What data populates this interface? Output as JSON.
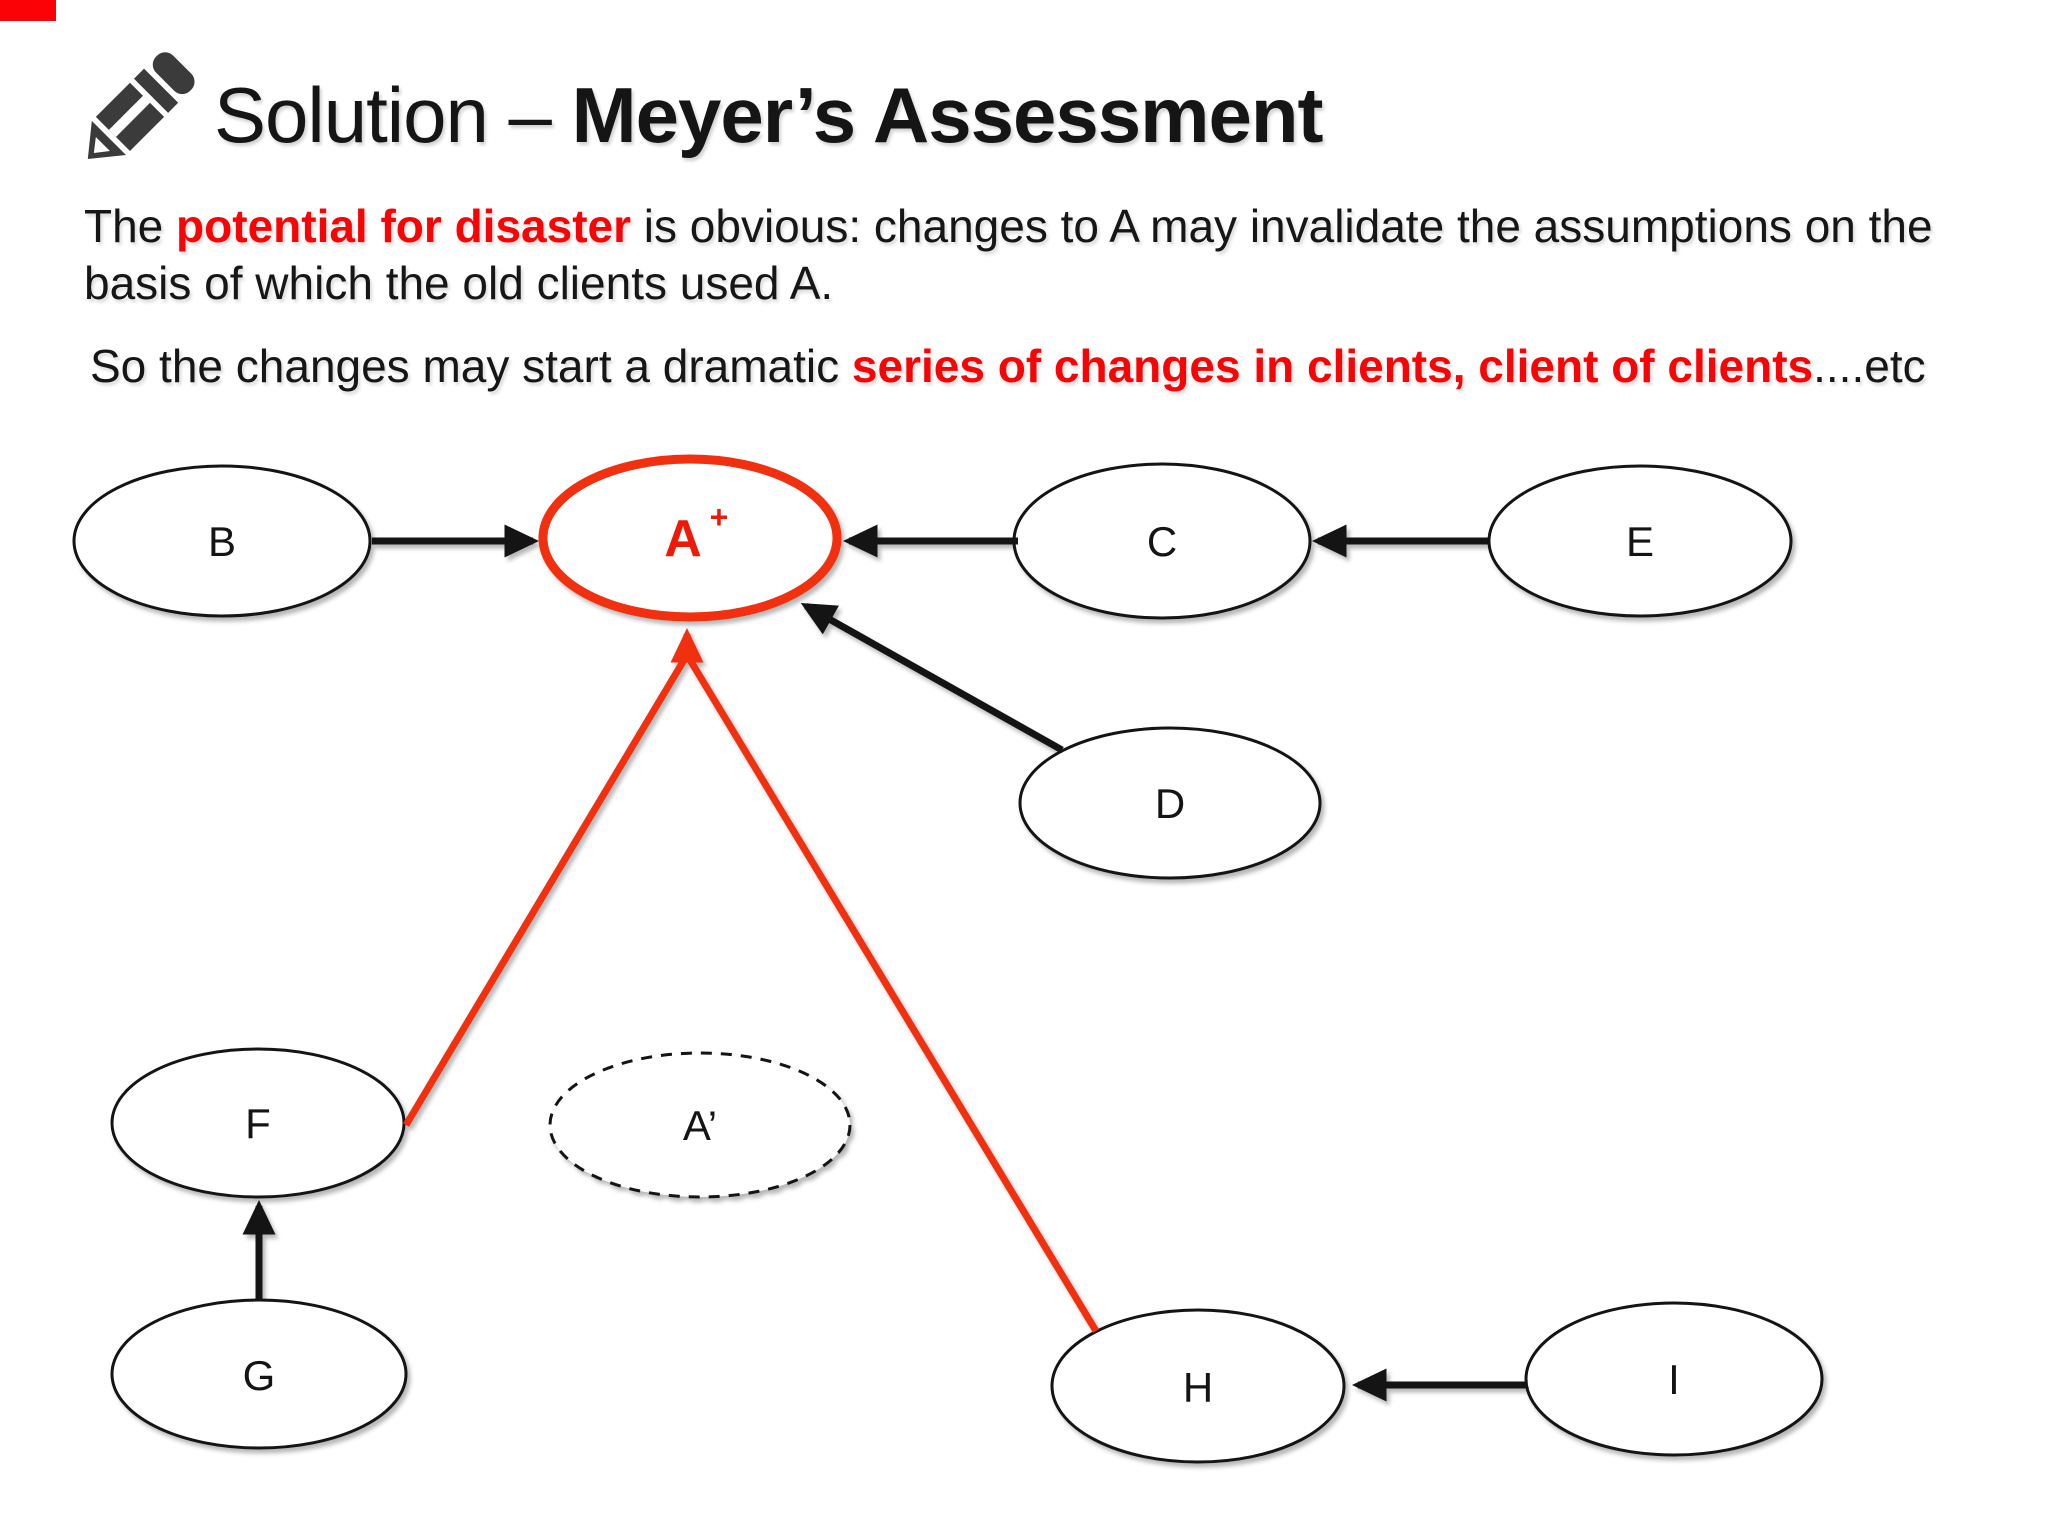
{
  "slide": {
    "title": {
      "regular": "Solution – ",
      "bold": "Meyer’s Assessment"
    },
    "paragraph1": {
      "seg1": "The ",
      "seg2_red": "potential for disaster",
      "seg3_line1": " is obvious: changes to A may invalidate the assumptions on the",
      "seg3_line2": "basis of which the old clients used A."
    },
    "paragraph2": {
      "seg1": "So the changes may start a dramatic ",
      "seg2_red": "series of changes in clients, client of clients",
      "seg3": "....etc"
    }
  },
  "diagram": {
    "nodes": [
      {
        "id": "B",
        "label": "B",
        "style": "solid"
      },
      {
        "id": "A_plus",
        "label_base": "A",
        "label_sup": "+",
        "style": "highlighted-red"
      },
      {
        "id": "C",
        "label": "C",
        "style": "solid"
      },
      {
        "id": "E",
        "label": "E",
        "style": "solid"
      },
      {
        "id": "D",
        "label": "D",
        "style": "solid"
      },
      {
        "id": "F",
        "label": "F",
        "style": "solid"
      },
      {
        "id": "A_prime",
        "label": "A’",
        "style": "dashed"
      },
      {
        "id": "G",
        "label": "G",
        "style": "solid"
      },
      {
        "id": "H",
        "label": "H",
        "style": "solid"
      },
      {
        "id": "I",
        "label": "I",
        "style": "solid"
      }
    ],
    "edges": [
      {
        "from": "B",
        "to": "A_plus",
        "color": "black"
      },
      {
        "from": "C",
        "to": "A_plus",
        "color": "black"
      },
      {
        "from": "E",
        "to": "C",
        "color": "black"
      },
      {
        "from": "D",
        "to": "A_plus",
        "color": "black"
      },
      {
        "from": "G",
        "to": "F",
        "color": "black"
      },
      {
        "from": "I",
        "to": "H",
        "color": "black"
      },
      {
        "from": "F",
        "to": "A_plus",
        "color": "red"
      },
      {
        "from": "H",
        "to": "A_plus",
        "color": "red"
      }
    ],
    "colors": {
      "red_accent": "#f0300e",
      "red_node_text": "#ed1a0a",
      "red_emphasis_text": "#f50505",
      "node_stroke": "#141414"
    }
  }
}
